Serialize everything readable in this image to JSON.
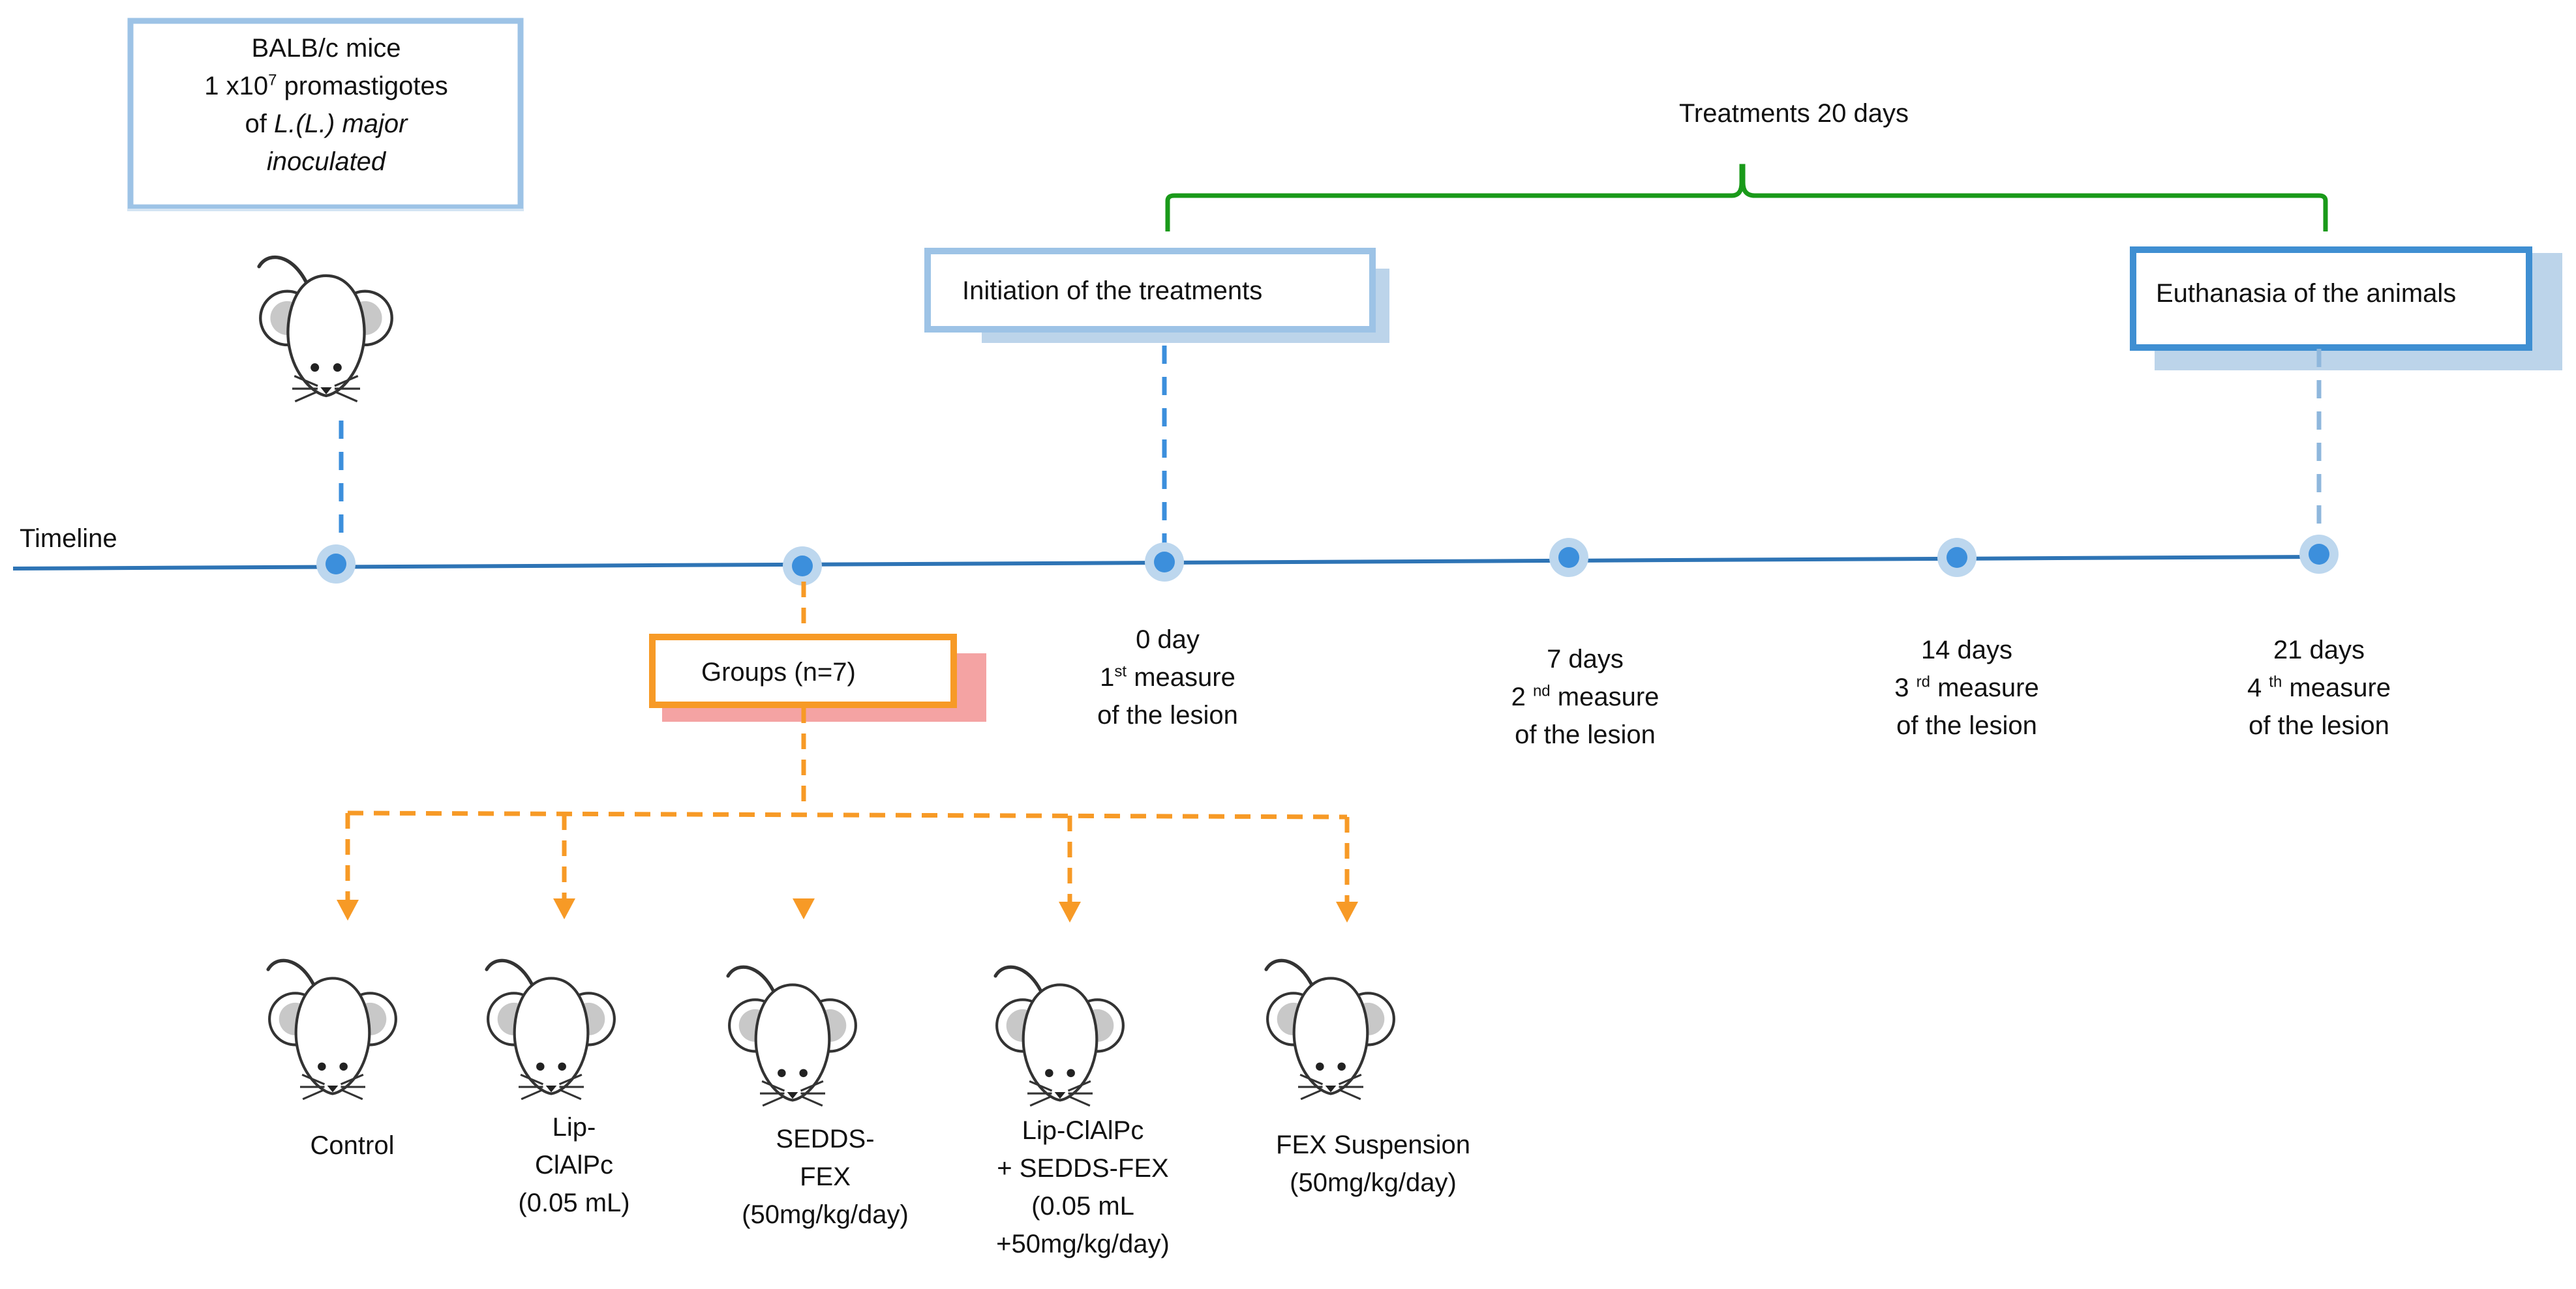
{
  "inoculation_box": {
    "line1": "BALB/c mice",
    "line2_pre": "1 x10",
    "line2_sup": "7",
    "line2_post": " promastigotes",
    "line3_pre": "of ",
    "line3_italic": "L.(L.) major",
    "line4_italic": "inoculated"
  },
  "treatment_span_label": "Treatments 20 days",
  "initiation_box": "Initiation of  the treatments",
  "euthanasia_box": "Euthanasia of the animals",
  "timeline_label": "Timeline",
  "groups_box": "Groups (n=7)",
  "measures": [
    {
      "day": "0 day",
      "num": "1",
      "sup": "st",
      "word": " measure",
      "tail": "of  the lesion"
    },
    {
      "day": "7 days",
      "num": "2 ",
      "sup": "nd",
      "word": " measure",
      "tail": "of  the lesion"
    },
    {
      "day": "14 days",
      "num": "3 ",
      "sup": "rd",
      "word": " measure",
      "tail": "of  the lesion"
    },
    {
      "day": "21 days",
      "num": "4 ",
      "sup": "th",
      "word": " measure",
      "tail": "of  the lesion"
    }
  ],
  "groups": [
    {
      "lines": [
        "Control"
      ]
    },
    {
      "lines": [
        "Lip-",
        "ClAlPc",
        "(0.05 mL)"
      ]
    },
    {
      "lines": [
        "SEDDS-",
        "FEX",
        "(50mg/kg/day)"
      ]
    },
    {
      "lines": [
        "Lip-ClAlPc",
        "+ SEDDS-FEX",
        "(0.05 mL",
        "+50mg/kg/day)"
      ]
    },
    {
      "lines": [
        "FEX Suspension",
        "(50mg/kg/day)"
      ]
    }
  ],
  "colors": {
    "timeline": "#2e74b5",
    "node_outer": "#bdd7ee",
    "node_inner": "#3c8fdc",
    "box_light": "#9dc3e6",
    "box_shadow": "#bcd4ea",
    "box_strong": "#3f8fd2",
    "green_bracket": "#1a9a1a",
    "orange": "#f79a26",
    "pink_shadow": "#f4a3a3"
  },
  "icons": {
    "mouse": "mouse-icon",
    "arrow": "arrow-down-icon",
    "node": "timeline-node-icon"
  }
}
